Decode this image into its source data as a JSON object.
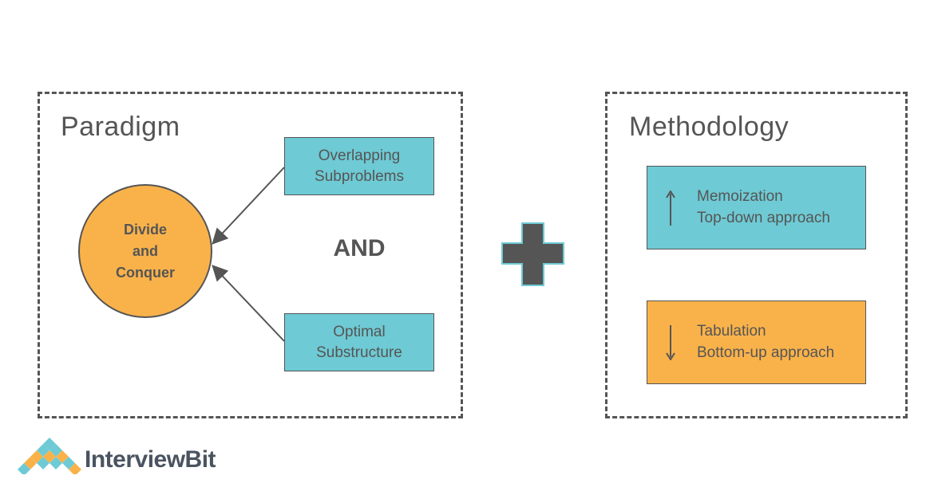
{
  "paradigm": {
    "title": "Paradigm",
    "center_node": "Divide\nand\nConquer",
    "overlapping": "Overlapping\nSubproblems",
    "optimal": "Optimal\nSubstructure",
    "connector": "AND"
  },
  "methodology": {
    "title": "Methodology",
    "memoization": {
      "line1": "Memoization",
      "line2": "Top-down approach",
      "arrow_icon": "arrow-up-icon"
    },
    "tabulation": {
      "line1": "Tabulation",
      "line2": "Bottom-up approach",
      "arrow_icon": "arrow-down-icon"
    }
  },
  "operator": {
    "icon": "plus-icon"
  },
  "brand": {
    "name": "InterviewBit"
  },
  "colors": {
    "teal": "#6ecad4",
    "orange": "#f9b24a",
    "dark": "#555555",
    "plus": "#555555"
  }
}
